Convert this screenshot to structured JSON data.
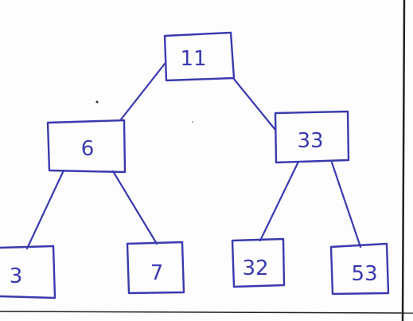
{
  "ink_color": "#3a3ab0",
  "paper_color": "#fdfdfd",
  "tree": {
    "root": {
      "label": "11"
    },
    "left": {
      "label": "6"
    },
    "right": {
      "label": "33"
    },
    "left_left": {
      "label": "3"
    },
    "left_right": {
      "label": "7"
    },
    "right_left": {
      "label": "32"
    },
    "right_right": {
      "label": "53"
    }
  }
}
